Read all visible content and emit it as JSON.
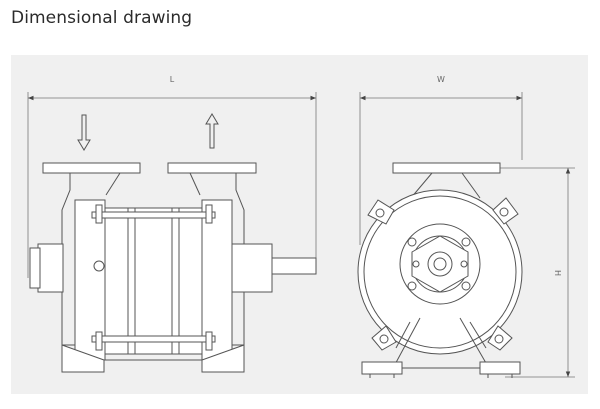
{
  "header": {
    "title": "Dimensional drawing"
  },
  "drawing": {
    "labels": {
      "length": "L",
      "width": "W",
      "height": "H"
    }
  }
}
